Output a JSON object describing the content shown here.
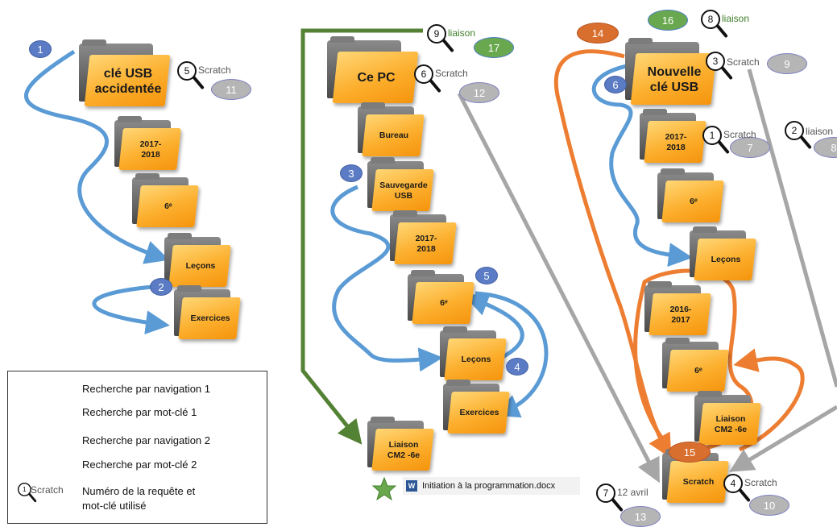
{
  "folders": {
    "usb_accident": "clé USB\naccidentée",
    "y1718_a": "2017-\n2018",
    "six_a": "6ᵉ",
    "lecons_a": "Leçons",
    "exercices_a": "Exercices",
    "ce_pc": "Ce PC",
    "bureau": "Bureau",
    "sauvegarde": "Sauvegarde\nUSB",
    "y1718_b": "2017-\n2018",
    "six_b": "6ᵉ",
    "lecons_b": "Leçons",
    "exercices_b": "Exercices",
    "liaison_b": "Liaison\nCM2 -6e",
    "nouvelle_usb": "Nouvelle\nclé USB",
    "y1718_c": "2017-\n2018",
    "six_c": "6ᵉ",
    "lecons_c": "Leçons",
    "y1617": "2016-\n2017",
    "six_d": "6ᵉ",
    "liaison_c": "Liaison\nCM2 -6e",
    "scratch": "Scratch"
  },
  "badges": {
    "n1": "1",
    "n2": "2",
    "n3": "3",
    "n4": "4",
    "n5": "5",
    "n6": "6",
    "n7": "7",
    "n8": "8",
    "n9": "9",
    "n10": "10",
    "n11": "11",
    "n12": "12",
    "n13": "13",
    "n14": "14",
    "n15": "15",
    "n16": "16",
    "n17": "17"
  },
  "queries": {
    "q5": {
      "num": "5",
      "kw": "Scratch"
    },
    "q9": {
      "num": "9",
      "kw": "liaison"
    },
    "q6": {
      "num": "6",
      "kw": "Scratch"
    },
    "q8": {
      "num": "8",
      "kw": "liaison"
    },
    "q3": {
      "num": "3",
      "kw": "Scratch"
    },
    "q1": {
      "num": "1",
      "kw": "Scratch"
    },
    "q2": {
      "num": "2",
      "kw": "liaison"
    },
    "q7": {
      "num": "7",
      "kw": "12 avril"
    },
    "q4": {
      "num": "4",
      "kw": "Scratch"
    }
  },
  "legend": {
    "nav1": "Recherche par navigation 1",
    "kw1": "Recherche par mot-clé 1",
    "nav2": "Recherche par navigation 2",
    "kw2": "Recherche par mot-clé 2",
    "sample_num": "1",
    "sample_kw": "Scratch",
    "query_desc": "Numéro de la requête et\nmot-clé utilisé"
  },
  "document": {
    "name": "Initiation à la programmation.docx"
  },
  "colors": {
    "nav1": "#5b9bd5",
    "kw1": "#a6a6a6",
    "nav2": "#ed7d31",
    "kw2": "#548235"
  }
}
